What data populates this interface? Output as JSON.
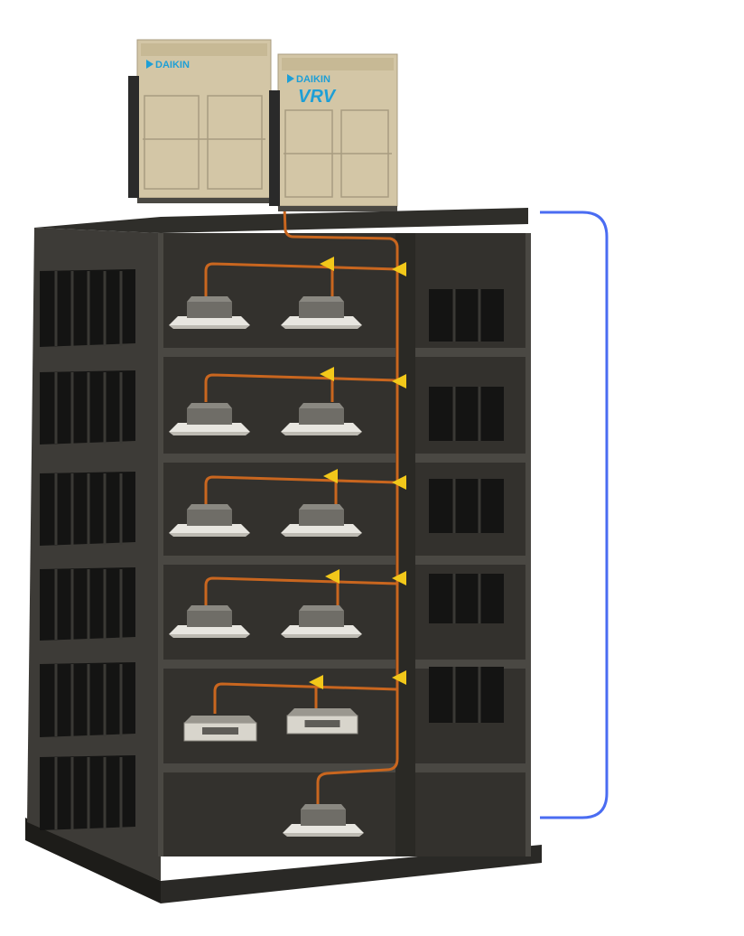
{
  "outdoor_units": [
    {
      "brand": "DAIKIN",
      "model": ""
    },
    {
      "brand": "DAIKIN",
      "model": "VRV"
    }
  ],
  "floors": [
    {
      "indoor_units": [
        "ceiling-cassette",
        "ceiling-cassette"
      ]
    },
    {
      "indoor_units": [
        "ceiling-cassette",
        "ceiling-cassette"
      ]
    },
    {
      "indoor_units": [
        "ceiling-cassette",
        "ceiling-cassette"
      ]
    },
    {
      "indoor_units": [
        "ceiling-cassette",
        "ceiling-cassette"
      ]
    },
    {
      "indoor_units": [
        "ducted-unit",
        "ducted-unit"
      ]
    },
    {
      "indoor_units": [
        "ceiling-cassette"
      ]
    }
  ],
  "colors": {
    "building": "#3a3834",
    "building_dark": "#262521",
    "outdoor_unit": "#d3c6a6",
    "brand_blue": "#1e9fd6",
    "refrigerant_pipe": "#c9661f",
    "flow_arrow": "#f2c81a",
    "bracket": "#4a6cf2"
  },
  "icons": {
    "flow": "triangle-arrow-left",
    "bracket": "right-bracket"
  }
}
